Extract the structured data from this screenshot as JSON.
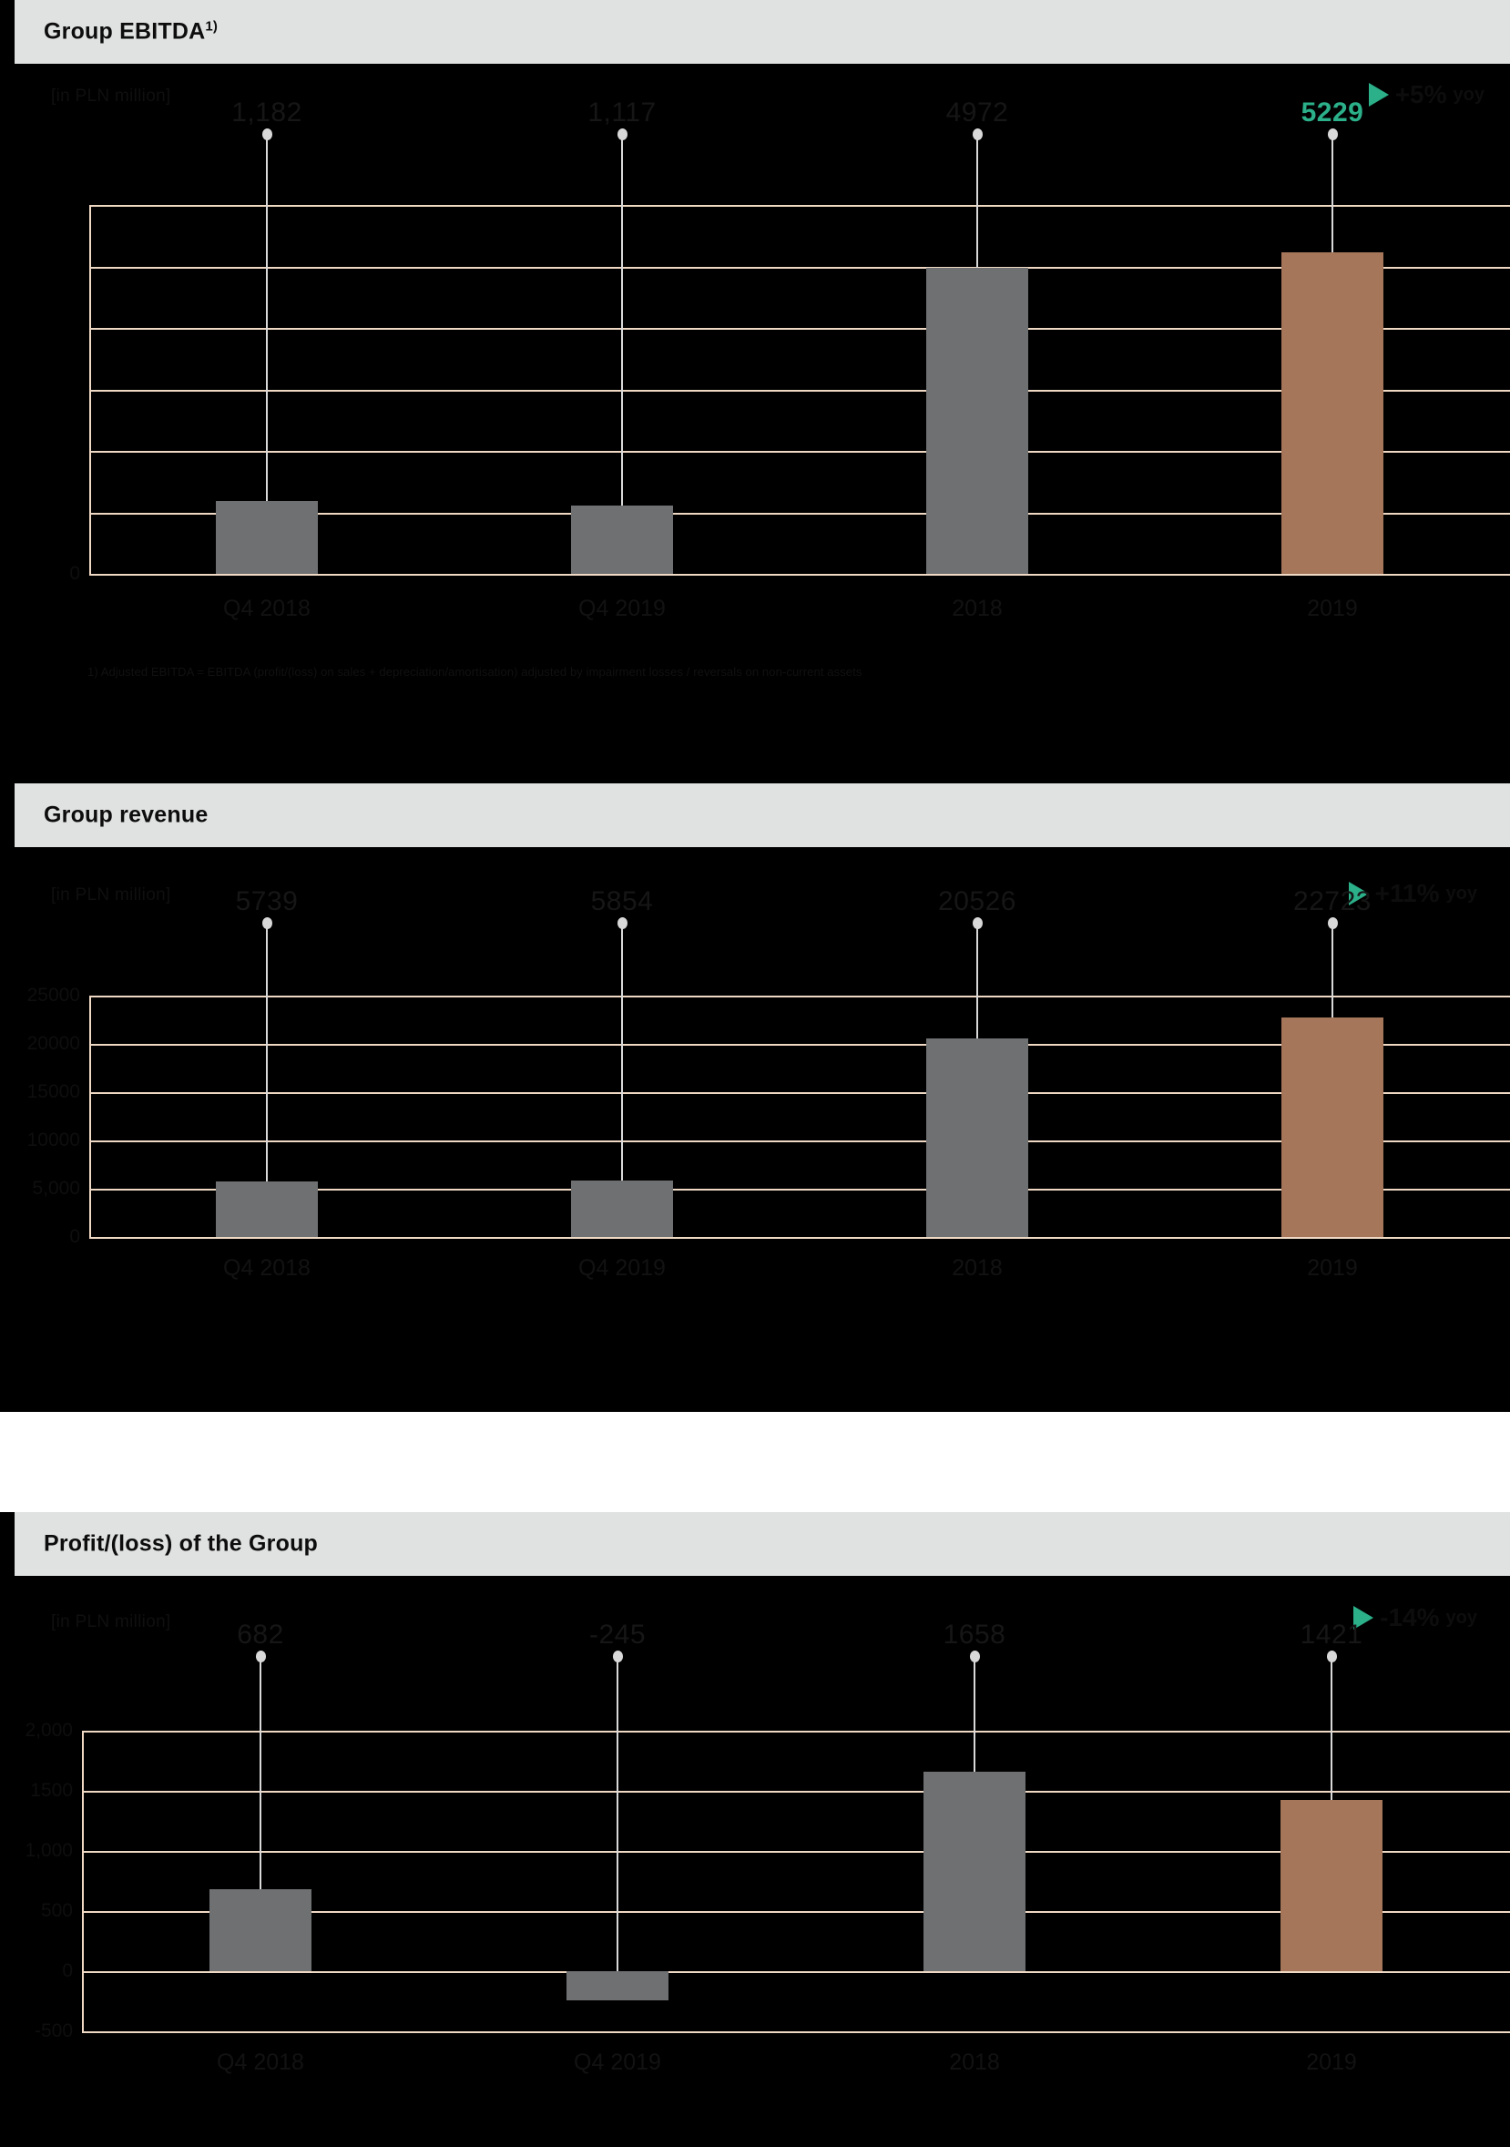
{
  "accent_green": "#2bb089",
  "bar_gray": "#6f7072",
  "bar_copper": "#a5765a",
  "grid_color": "#f0d9c4",
  "header_bg": "#e0e2e1",
  "panels": [
    {
      "title": "Group EBITDA",
      "title_sup": "1)",
      "unit": "[in PLN million]",
      "delta_value": "+5%",
      "delta_suffix": "yoy",
      "delta_icon": "triangle-right-icon",
      "footnote": "1) Adjusted EBITDA = EBITDA (profit/(loss) on sales + depreciation/amortisation) adjusted by impairment losses / reversals on non-current assets",
      "chart_data": {
        "type": "bar",
        "title": "Group EBITDA",
        "xlabel": "",
        "ylabel": "[in PLN million]",
        "categories": [
          "Q4 2018",
          "Q4 2019",
          "2018",
          "2019"
        ],
        "values": [
          1182,
          1117,
          4972,
          5229
        ],
        "labels": [
          "1,182",
          "1,117",
          "4972",
          "5229"
        ],
        "highlight_index": 3,
        "yticks": [
          "0"
        ],
        "ytick_values": [
          0
        ],
        "ylim": [
          0,
          6000
        ],
        "grid": true,
        "legend": "none"
      }
    },
    {
      "title": "Group revenue",
      "title_sup": "",
      "unit": "[in PLN million]",
      "delta_value": "+11%",
      "delta_suffix": "yoy",
      "delta_icon": "triangle-right-icon",
      "footnote": "",
      "chart_data": {
        "type": "bar",
        "title": "Group revenue",
        "xlabel": "",
        "ylabel": "[in PLN million]",
        "categories": [
          "Q4 2018",
          "Q4 2019",
          "2018",
          "2019"
        ],
        "values": [
          5739,
          5854,
          20526,
          22723
        ],
        "labels": [
          "5739",
          "5854",
          "20526",
          "22723"
        ],
        "highlight_index": -1,
        "yticks": [
          "25000",
          "20000",
          "15000",
          "10000",
          "5,000",
          "0"
        ],
        "ytick_values": [
          25000,
          20000,
          15000,
          10000,
          5000,
          0
        ],
        "ylim": [
          0,
          25000
        ],
        "grid": true,
        "legend": "none"
      }
    },
    {
      "title": "Profit/(loss) of the Group",
      "title_sup": "",
      "unit": "[in PLN million]",
      "delta_value": "-14%",
      "delta_suffix": "yoy",
      "delta_icon": "triangle-right-icon",
      "footnote": "",
      "chart_data": {
        "type": "bar",
        "title": "Profit/(loss) of the Group",
        "xlabel": "",
        "ylabel": "[in PLN million]",
        "categories": [
          "Q4 2018",
          "Q4 2019",
          "2018",
          "2019"
        ],
        "values": [
          682,
          -245,
          1658,
          1421
        ],
        "labels": [
          "682",
          "-245",
          "1658",
          "1421"
        ],
        "highlight_index": -1,
        "yticks": [
          "2,000",
          "1500",
          "1,000",
          "500",
          "0",
          "-500"
        ],
        "ytick_values": [
          2000,
          1500,
          1000,
          500,
          0,
          -500
        ],
        "ylim": [
          -500,
          2000
        ],
        "grid": true,
        "legend": "none"
      }
    }
  ]
}
